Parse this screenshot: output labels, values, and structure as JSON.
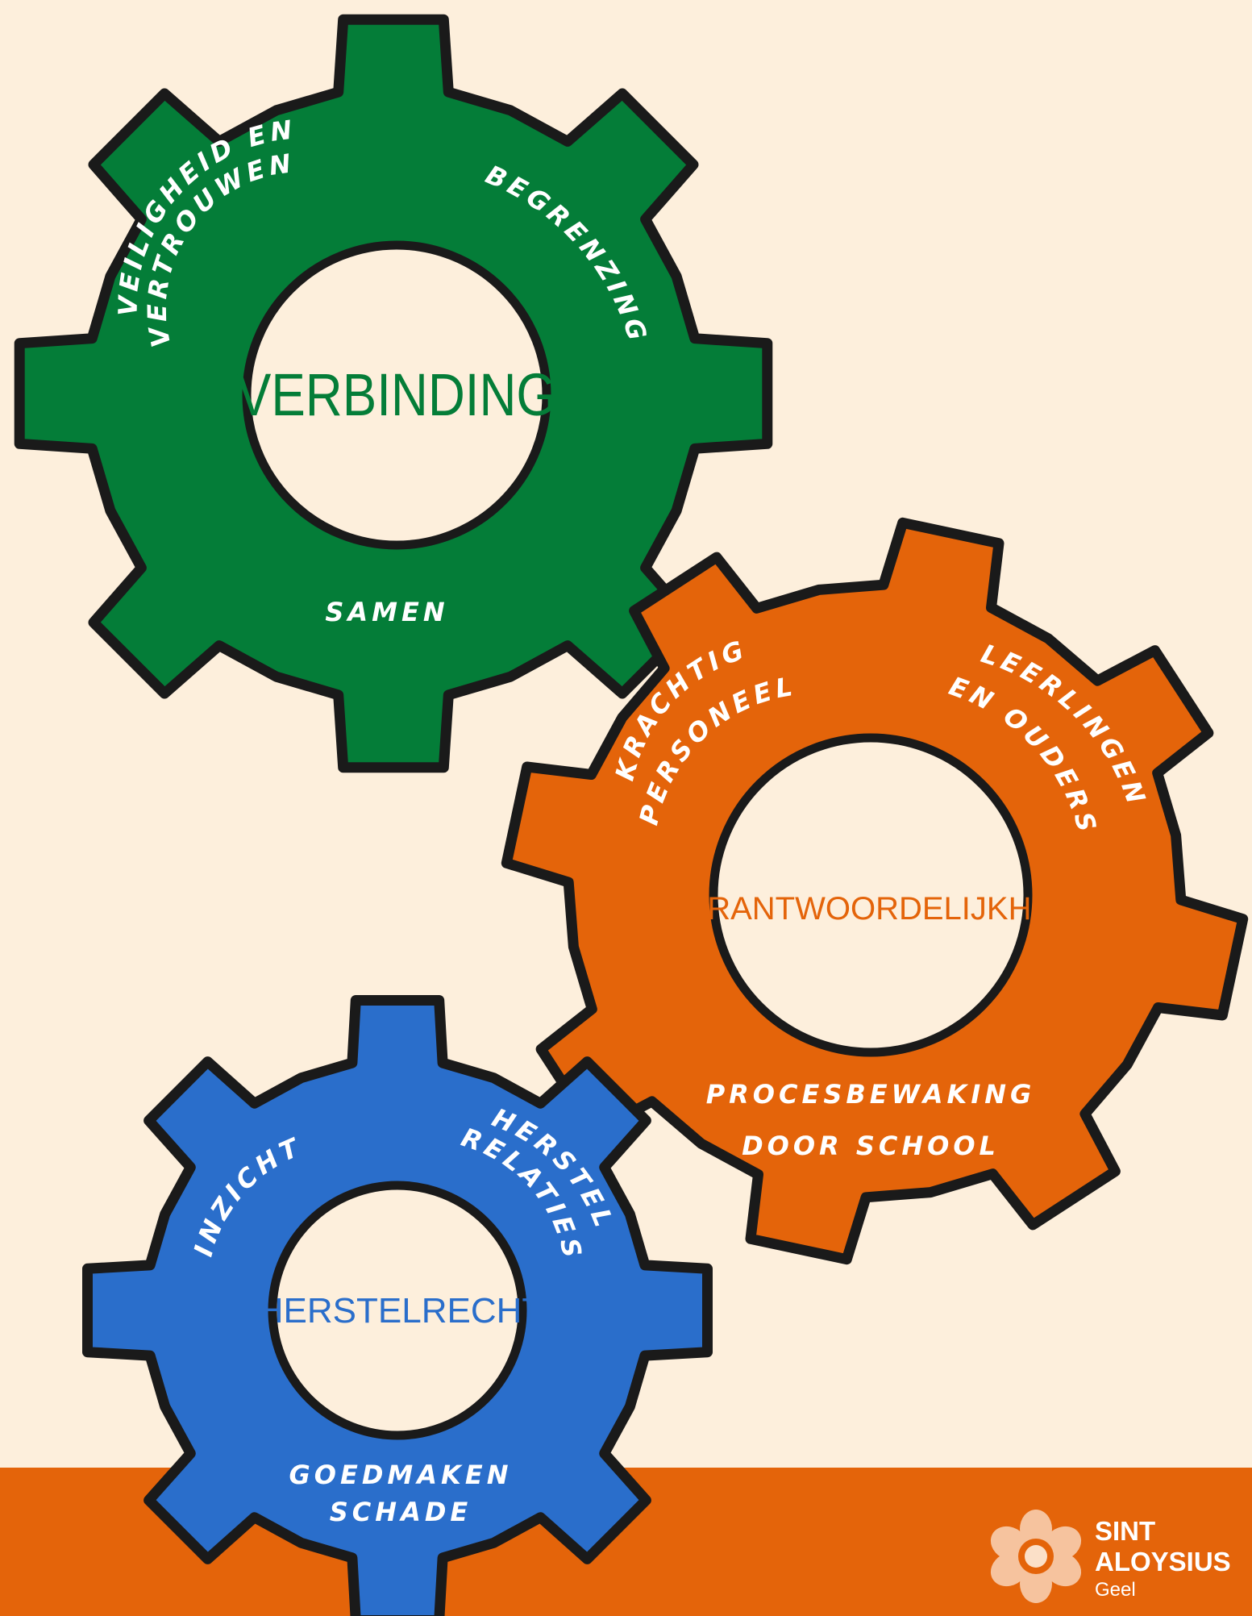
{
  "colors": {
    "background": "#fdefdc",
    "band": "#e4640a",
    "green": "#047d38",
    "orange": "#e4640a",
    "blue": "#2a6ecb",
    "outline": "#1a1a1a"
  },
  "gears": {
    "green": {
      "center": "VERBINDING",
      "words": [
        "VEILIGHEID EN",
        "VERTROUWEN",
        "BEGRENZING",
        "SAMEN"
      ]
    },
    "orange": {
      "center": "VERANTWOORDELIJKHEID",
      "words": [
        "KRACHTIG",
        "PERSONEEL",
        "LEERLINGEN",
        "EN OUDERS",
        "PROCESBEWAKING",
        "DOOR SCHOOL"
      ]
    },
    "blue": {
      "center": "HERSTELRECHT",
      "words": [
        "INZICHT",
        "HERSTEL",
        "RELATIES",
        "GOEDMAKEN",
        "SCHADE"
      ]
    }
  },
  "logo": {
    "name_line1": "SINT",
    "name_line2": "ALOYSIUS",
    "city": "Geel",
    "icon": "flower-logo-icon"
  }
}
